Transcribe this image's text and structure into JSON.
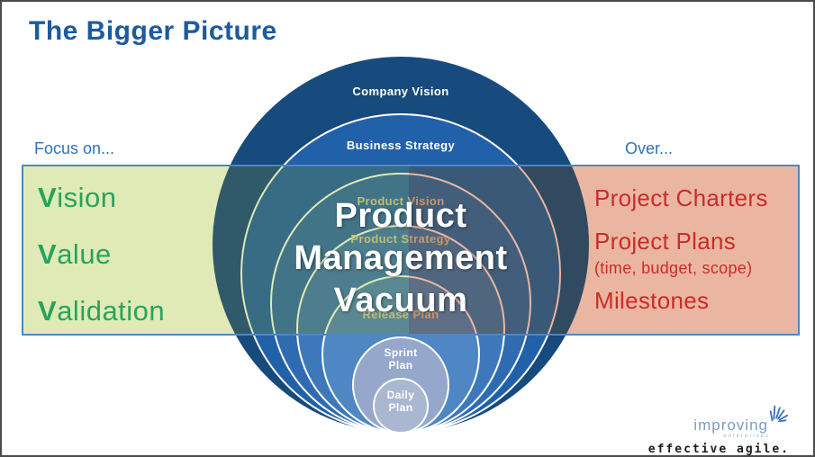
{
  "title": "The Bigger Picture",
  "left_panel": {
    "heading": "Focus on...",
    "items": [
      {
        "lead": "V",
        "rest": "ision"
      },
      {
        "lead": "V",
        "rest": "alue"
      },
      {
        "lead": "V",
        "rest": "alidation"
      }
    ]
  },
  "right_panel": {
    "heading": "Over...",
    "items": [
      {
        "text": "Project Charters"
      },
      {
        "text": "Project Plans"
      },
      {
        "text": "(time, budget, scope)"
      },
      {
        "text": "Milestones"
      }
    ]
  },
  "diagram": {
    "center_lines": [
      "Product",
      "Management",
      "Vacuum"
    ],
    "rings": [
      {
        "label": "Company Vision"
      },
      {
        "label": "Business Strategy"
      },
      {
        "label": "Product Vision"
      },
      {
        "label": "Product Strategy"
      },
      {
        "label": "Release Plan"
      },
      {
        "label_lines": [
          "Sprint",
          "Plan"
        ]
      },
      {
        "label_lines": [
          "Daily",
          "Plan"
        ]
      }
    ]
  },
  "footer": {
    "logo_text": "improving",
    "logo_subtext": "enterprises",
    "tagline": "effective agile."
  },
  "colors": {
    "title_blue": "#1d5a9e",
    "heading_blue": "#2e74b9",
    "green_text": "#28a45a",
    "red_text": "#ca2c28",
    "band_green": "#dbe7ad",
    "band_red": "#e7ac96",
    "band_border": "#4f86c5",
    "outer_ring_navy": "#174a7d",
    "inner_ring_blue": "#4f86c4",
    "gold_label": "#d9c78c"
  }
}
